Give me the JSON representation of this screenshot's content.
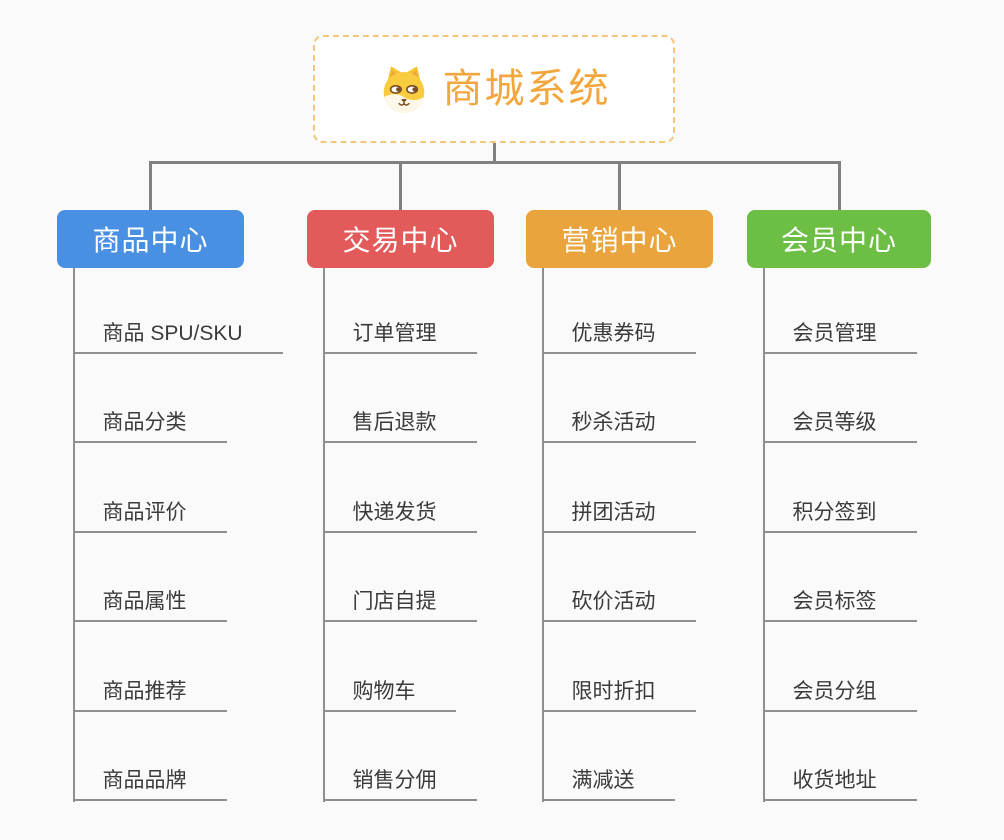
{
  "root": {
    "title": "商城系统",
    "icon": "dog-face-icon"
  },
  "branches": [
    {
      "label": "商品中心",
      "color": "#4A90E2",
      "children": [
        "商品 SPU/SKU",
        "商品分类",
        "商品评价",
        "商品属性",
        "商品推荐",
        "商品品牌"
      ]
    },
    {
      "label": "交易中心",
      "color": "#E25A5A",
      "children": [
        "订单管理",
        "售后退款",
        "快递发货",
        "门店自提",
        "购物车",
        "销售分佣"
      ]
    },
    {
      "label": "营销中心",
      "color": "#E9A43D",
      "children": [
        "优惠券码",
        "秒杀活动",
        "拼团活动",
        "砍价活动",
        "限时折扣",
        "满减送"
      ]
    },
    {
      "label": "会员中心",
      "color": "#6CBE45",
      "children": [
        "会员管理",
        "会员等级",
        "积分签到",
        "会员标签",
        "会员分组",
        "收货地址"
      ]
    }
  ],
  "colors": {
    "background": "#FAFAFA",
    "connector": "#808080",
    "leaf_line": "#8F8F8F",
    "leaf_text": "#3B3B3B",
    "root_text": "#F2A63C",
    "root_border": "#F3C679",
    "node_text": "#FFFFFF"
  }
}
